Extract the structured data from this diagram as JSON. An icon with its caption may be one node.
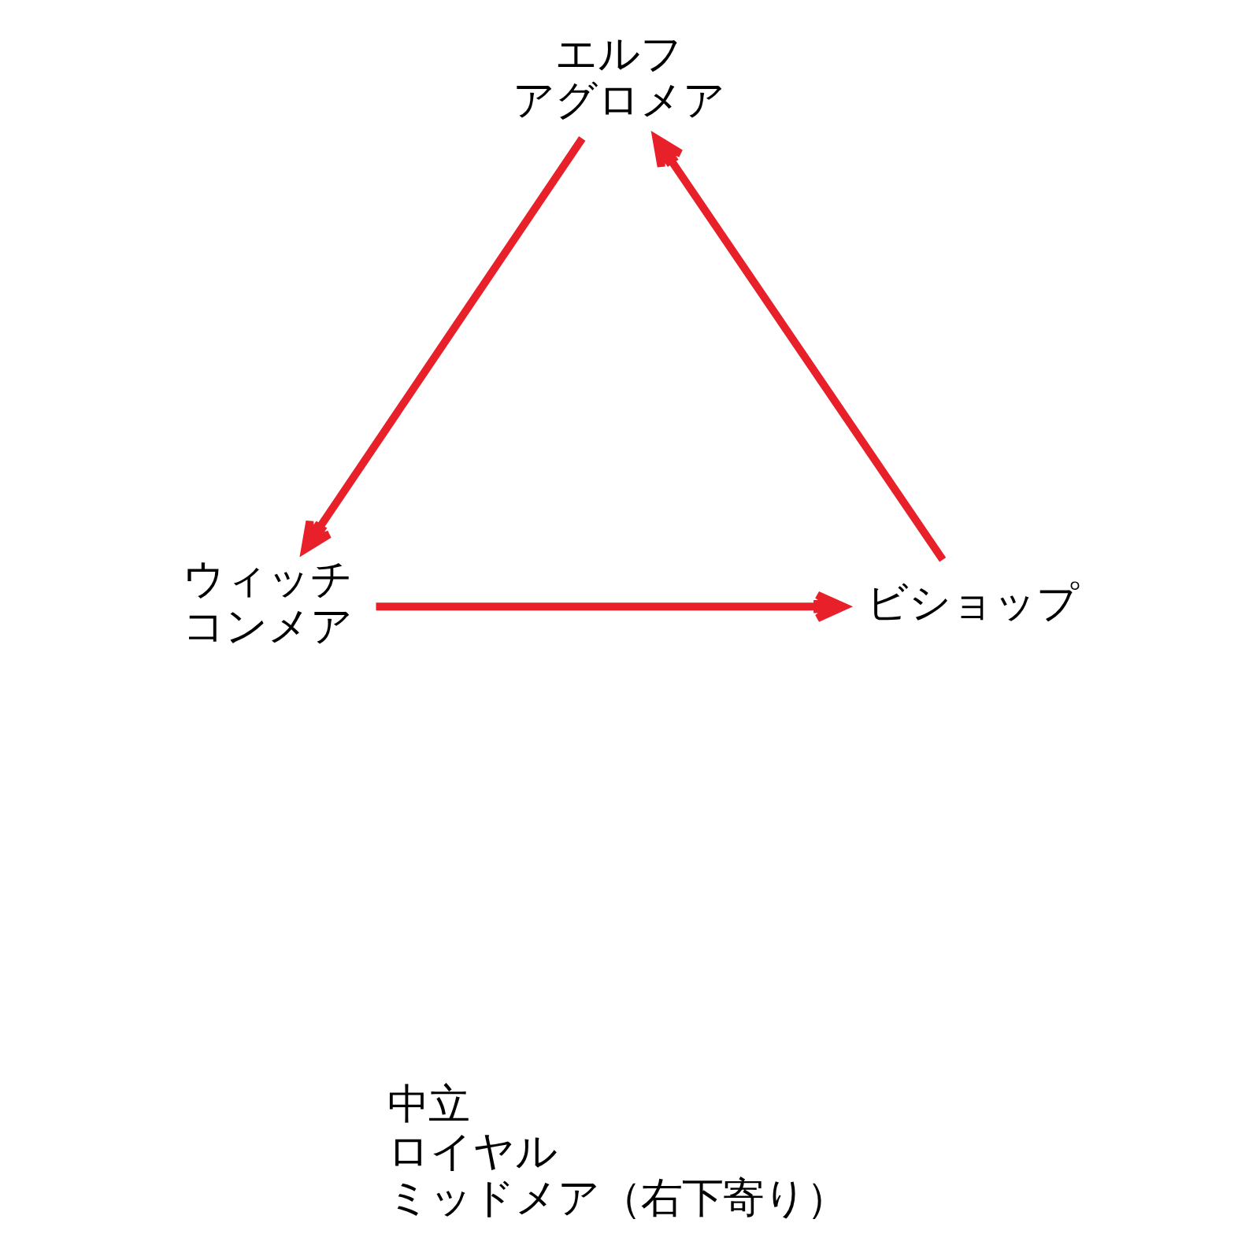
{
  "diagram": {
    "nodes": [
      {
        "text": [
          "エルフ",
          "アグロメア"
        ]
      },
      {
        "text": [
          "ウィッチ",
          "コンメア"
        ]
      },
      {
        "text": [
          "ビショップ"
        ]
      }
    ],
    "edges": [
      {
        "from": 0,
        "to": 1,
        "arrow": "to"
      },
      {
        "from": 1,
        "to": 2,
        "arrow": "to"
      },
      {
        "from": 2,
        "to": 0,
        "arrow": "to"
      }
    ],
    "labels": [
      "中立",
      "ロイヤル",
      "ミッドメア（右下寄り）"
    ]
  }
}
